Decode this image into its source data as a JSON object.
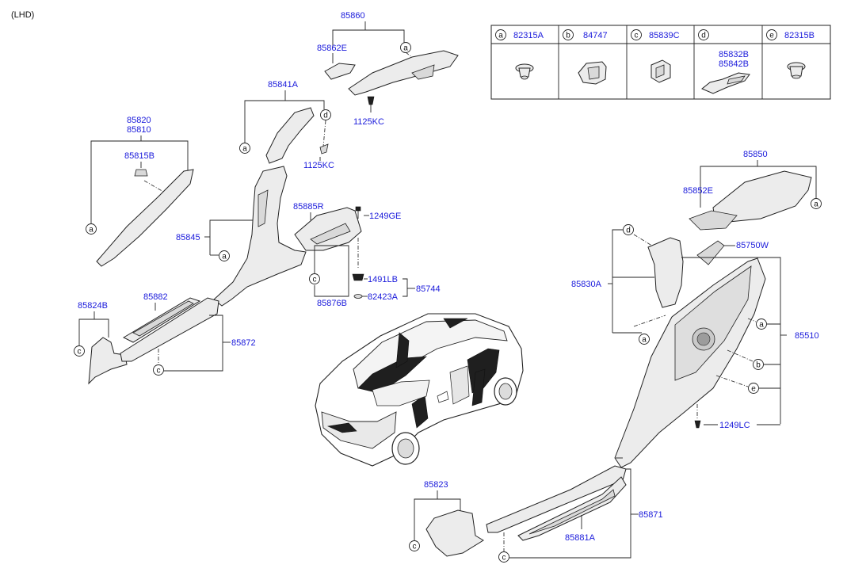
{
  "header": {
    "label": "(LHD)"
  },
  "parts": {
    "p85860": "85860",
    "p85862E": "85862E",
    "p1125KC_top": "1125KC",
    "p85841A": "85841A",
    "p1125KC_mid": "1125KC",
    "p85820": "85820",
    "p85810": "85810",
    "p85815B": "85815B",
    "p85845": "85845",
    "p85885R": "85885R",
    "p1249GE": "1249GE",
    "p1491LB": "1491LB",
    "p85744": "85744",
    "p82423A": "82423A",
    "p85876B": "85876B",
    "p85824B": "85824B",
    "p85882": "85882",
    "p85872": "85872",
    "p85850": "85850",
    "p85852E": "85852E",
    "p85750W": "85750W",
    "p85830A": "85830A",
    "p85510": "85510",
    "p1249LC": "1249LC",
    "p85823": "85823",
    "p85871": "85871",
    "p85881A": "85881A"
  },
  "legend": {
    "cells": [
      {
        "letter": "a",
        "part": "82315A"
      },
      {
        "letter": "b",
        "part": "84747"
      },
      {
        "letter": "c",
        "part": "85839C"
      },
      {
        "letter": "d",
        "part": ""
      },
      {
        "letter": "e",
        "part": "82315B"
      }
    ],
    "d_line1": "85832B",
    "d_line2": "85842B"
  },
  "callouts": {
    "a": "a",
    "b": "b",
    "c": "c",
    "d": "d",
    "e": "e"
  },
  "colors": {
    "label_blue": "#1a1adb",
    "line": "#222222",
    "part_fill": "#ececec"
  }
}
